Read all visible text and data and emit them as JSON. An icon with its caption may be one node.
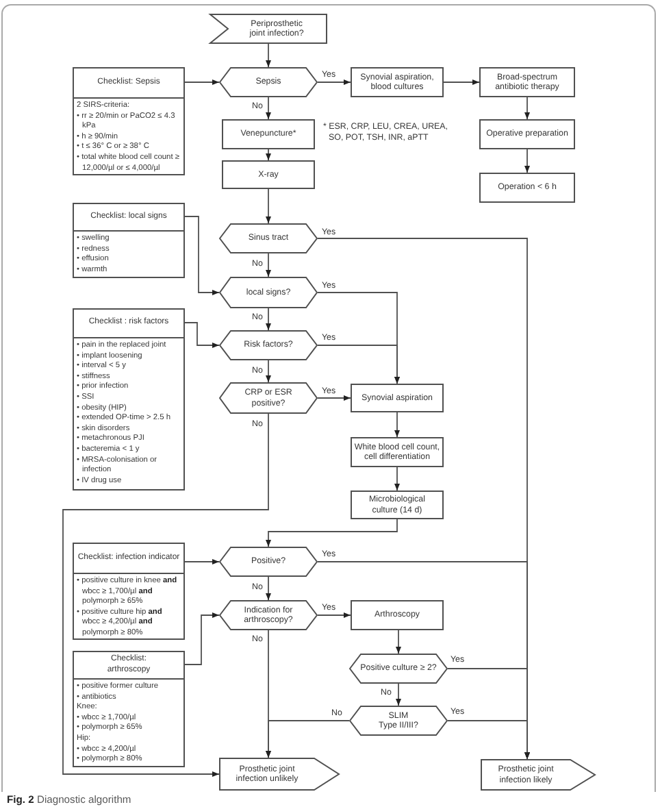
{
  "diagram": {
    "caption": "**Fig. 2** Diagnostic algorithm",
    "nodes": [
      {
        "text": [
          "Periprosthetic joint infection?"
        ]
      },
      {
        "text": [
          "Checklist: Sepsis",
          "2 SIRS-criteria:",
          "• rr ≥ 20/min or PaCO2 ≤ 4.3 kPa",
          "• h ≥ 90/min",
          "• t ≤ 36° C or ≥ 38° C",
          "• total white blood cell count ≥ 12,000/µl or ≤ 4,000/µl"
        ]
      },
      {
        "text": [
          "Sepsis"
        ]
      },
      {
        "text": [
          "Synovial aspiration, blood cultures"
        ]
      },
      {
        "text": [
          "Broad-spectrum antibiotic therapy"
        ]
      },
      {
        "text": [
          "Venepuncture*"
        ]
      },
      {
        "text": [
          "Operative preparation"
        ]
      },
      {
        "text": [
          "X-ray"
        ]
      },
      {
        "text": [
          "Operation < 6 h"
        ]
      },
      {
        "text": [
          "Checklist: local signs",
          "• swelling",
          "• redness",
          "• effusion",
          "• warmth"
        ]
      },
      {
        "text": [
          "Sinus tract"
        ]
      },
      {
        "text": [
          "local signs?"
        ]
      },
      {
        "text": [
          "Checklist : risk factors",
          "• pain in the replaced joint",
          "• implant loosening",
          "• interval < 5 y",
          "• stiffness",
          "• prior infection",
          "• SSI",
          "• obesity (HIP)",
          "• extended OP-time > 2.5 h",
          "• skin disorders",
          "• metachronous PJI",
          "• bacteremia < 1 y",
          "• MRSA-colonisation or infection",
          "• IV drug use"
        ]
      },
      {
        "text": [
          "Risk factors?"
        ]
      },
      {
        "text": [
          "CRP or ESR positive?"
        ]
      },
      {
        "text": [
          "Synovial aspiration"
        ]
      },
      {
        "text": [
          "White blood cell count, cell differentiation"
        ]
      },
      {
        "text": [
          "Microbiological culture (14 d)"
        ]
      },
      {
        "text": [
          "Checklist: infection indicator",
          "• positive culture in knee **and** wbcc ≥ 1,700/µl **and** polymorph ≥ 65%",
          "• positive culture hip **and** wbcc ≥ 4,200/µl **and** polymorph ≥ 80%"
        ]
      },
      {
        "text": [
          "Positive?"
        ]
      },
      {
        "text": [
          "Indication for arthroscopy?"
        ]
      },
      {
        "text": [
          "Arthroscopy"
        ]
      },
      {
        "text": [
          "Checklist: arthroscopy",
          "• positive former culture",
          "• antibiotics",
          "Knee:",
          "• wbcc ≥ 1,700/µl",
          "• polymorph ≥ 65%",
          "Hip:",
          "• wbcc ≥ 4,200/µl",
          "• polymorph ≥ 80%"
        ]
      },
      {
        "text": [
          "Positive culture ≥ 2?"
        ]
      },
      {
        "text": [
          "SLIM Type II/III?"
        ]
      },
      {
        "text": [
          "Prosthetic joint infection unlikely"
        ]
      },
      {
        "text": [
          "Prosthetic joint infection likely"
        ]
      }
    ],
    "edges": [
      {
        "from": 0,
        "to": 2,
        "arrow": "to"
      },
      {
        "from": 1,
        "to": 2,
        "arrow": "to"
      },
      {
        "from": 2,
        "to": 3,
        "arrow": "to",
        "label": "Yes"
      },
      {
        "from": 3,
        "to": 4,
        "arrow": "to"
      },
      {
        "from": 4,
        "to": 6,
        "arrow": "to"
      },
      {
        "from": 6,
        "to": 8,
        "arrow": "to"
      },
      {
        "from": 2,
        "to": 5,
        "arrow": "to",
        "label": "No"
      },
      {
        "from": 5,
        "to": 7,
        "arrow": "to"
      },
      {
        "from": 7,
        "to": 10,
        "arrow": "to"
      },
      {
        "from": 10,
        "to": 26,
        "arrow": "to",
        "label": "Yes"
      },
      {
        "from": 10,
        "to": 11,
        "arrow": "to",
        "label": "No"
      },
      {
        "from": 9,
        "to": 11,
        "arrow": "to"
      },
      {
        "from": 11,
        "to": 15,
        "arrow": "to",
        "label": "Yes"
      },
      {
        "from": 11,
        "to": 13,
        "arrow": "to",
        "label": "No"
      },
      {
        "from": 12,
        "to": 13,
        "arrow": "to"
      },
      {
        "from": 13,
        "to": 15,
        "arrow": "to",
        "label": "Yes"
      },
      {
        "from": 13,
        "to": 14,
        "arrow": "to",
        "label": "No"
      },
      {
        "from": 14,
        "to": 15,
        "arrow": "to",
        "label": "Yes"
      },
      {
        "from": 14,
        "to": 25,
        "arrow": "to",
        "label": "No"
      },
      {
        "from": 15,
        "to": 16,
        "arrow": "to"
      },
      {
        "from": 16,
        "to": 17,
        "arrow": "to"
      },
      {
        "from": 17,
        "to": 19,
        "arrow": "to"
      },
      {
        "from": 18,
        "to": 19,
        "arrow": "to"
      },
      {
        "from": 19,
        "to": 26,
        "arrow": "to",
        "label": "Yes"
      },
      {
        "from": 19,
        "to": 20,
        "arrow": "to",
        "label": "No"
      },
      {
        "from": 22,
        "to": 20,
        "arrow": "to"
      },
      {
        "from": 20,
        "to": 21,
        "arrow": "to",
        "label": "Yes"
      },
      {
        "from": 20,
        "to": 25,
        "arrow": "to",
        "label": "No"
      },
      {
        "from": 21,
        "to": 23,
        "arrow": "to"
      },
      {
        "from": 23,
        "to": 26,
        "arrow": "to",
        "label": "Yes"
      },
      {
        "from": 23,
        "to": 24,
        "arrow": "to",
        "label": "No"
      },
      {
        "from": 24,
        "to": 26,
        "arrow": "to",
        "label": "Yes"
      },
      {
        "from": 24,
        "to": 25,
        "arrow": "to",
        "label": "No"
      }
    ],
    "labels": [
      "* ESR, CRP, LEU, CREA, UREA, SO, POT, TSH, INR, aPTT"
    ]
  }
}
